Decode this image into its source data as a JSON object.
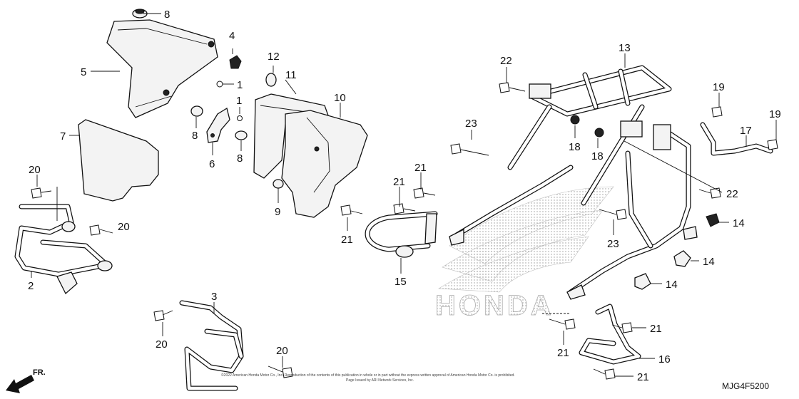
{
  "diagram": {
    "callouts": {
      "c1": "8",
      "c2": "4",
      "c3": "5",
      "c4": "1",
      "c5": "12",
      "c6": "11",
      "c7": "1",
      "c8": "10",
      "c9": "8",
      "c10": "6",
      "c11": "8",
      "c12": "7",
      "c13": "9",
      "c14": "20",
      "c15": "20",
      "c16": "2",
      "c17": "21",
      "c18": "21",
      "c19": "21",
      "c20": "15",
      "c21": "22",
      "c22": "13",
      "c23": "18",
      "c24": "18",
      "c25": "23",
      "c26": "19",
      "c27": "19",
      "c28": "17",
      "c29": "22",
      "c30": "14",
      "c31": "23",
      "c32": "14",
      "c33": "14",
      "c34": "3",
      "c35": "20",
      "c36": "20",
      "c37": "21",
      "c38": "21",
      "c39": "16",
      "c40": "21"
    },
    "fr_label": "FR.",
    "diagram_code": "MJG4F5200",
    "copyright_line1": "©2022 American Honda Motor Co., Inc. Reproduction of the contents of this publication in whole or in part without the express written approval of American Honda Motor Co. is prohibited.",
    "copyright_line2": "Page Issued by ARI Network Services, Inc.",
    "watermark_text": "HONDA"
  }
}
